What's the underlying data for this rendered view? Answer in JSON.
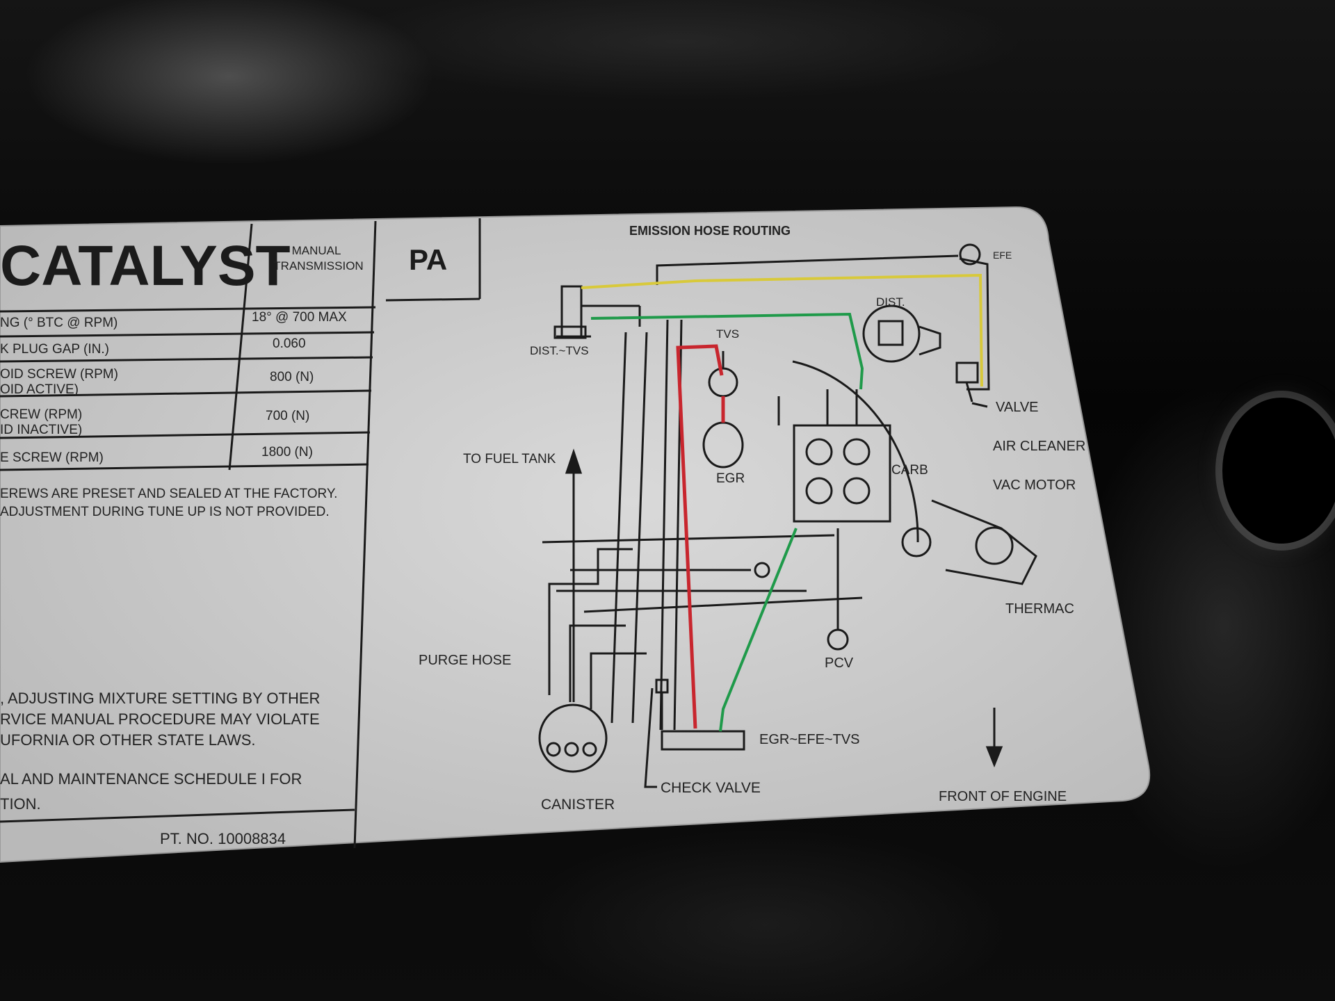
{
  "left_panel": {
    "title": "CATALYST",
    "transmission_line1": "MANUAL",
    "transmission_line2": "TRANSMISSION",
    "code": "PA",
    "rows": [
      {
        "label": "NG (° BTC @ RPM)",
        "value": "18° @ 700 MAX"
      },
      {
        "label": "K PLUG GAP (IN.)",
        "value": "0.060"
      },
      {
        "label": "OID SCREW (RPM)",
        "label2": "OID ACTIVE)",
        "value": "800 (N)"
      },
      {
        "label": "CREW (RPM)",
        "label2": "ID INACTIVE)",
        "value": "700 (N)"
      },
      {
        "label": "E SCREW (RPM)",
        "value": "1800 (N)"
      }
    ],
    "note_line1": "EREWS ARE PRESET AND SEALED AT THE FACTORY.",
    "note_line2": "ADJUSTMENT DURING TUNE UP IS NOT PROVIDED.",
    "warning_line1": ", ADJUSTING MIXTURE SETTING BY OTHER",
    "warning_line2": "RVICE MANUAL PROCEDURE MAY VIOLATE",
    "warning_line3": "UFORNIA OR OTHER STATE LAWS.",
    "schedule_line1": "AL AND MAINTENANCE SCHEDULE I FOR",
    "schedule_line2": "TION.",
    "part_number": "PT. NO. 10008834"
  },
  "diagram": {
    "title": "EMISSION HOSE ROUTING",
    "labels": {
      "efe": "EFE",
      "dist": "DIST.",
      "dist_tvs": "DIST.~TVS",
      "tvs": "TVS",
      "valve": "VALVE",
      "air_cleaner": "AIR CLEANER",
      "vac_motor": "VAC MOTOR",
      "carb": "CARB",
      "egr": "EGR",
      "to_fuel_tank": "TO FUEL TANK",
      "thermac": "THERMAC",
      "purge_hose": "PURGE HOSE",
      "pcv": "PCV",
      "egr_efe_tvs": "EGR~EFE~TVS",
      "canister": "CANISTER",
      "check_valve": "CHECK VALVE",
      "front_of_engine": "FRONT OF ENGINE"
    },
    "colors": {
      "yellow_hose": "#d8c93a",
      "green_hose": "#1f9a4a",
      "red_hose": "#c8262e",
      "line": "#1a1a1a",
      "label_bg": "#cfcfcf"
    }
  }
}
